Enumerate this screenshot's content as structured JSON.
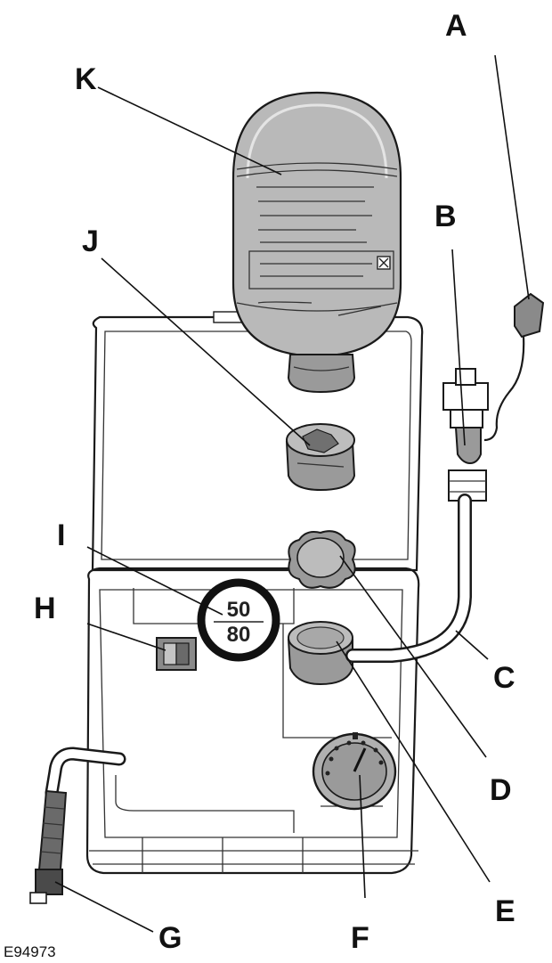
{
  "figure_id": "E94973",
  "callouts": {
    "a": "A",
    "b": "B",
    "c": "C",
    "d": "D",
    "e": "E",
    "f": "F",
    "g": "G",
    "h": "H",
    "i": "I",
    "j": "J",
    "k": "K"
  },
  "gauge_markings": {
    "upper": "50",
    "lower": "80"
  },
  "colors": {
    "line": "#1a1a1a",
    "component_fill": "#b9b9b9",
    "component_dark": "#8a8a8a",
    "background": "#ffffff"
  }
}
